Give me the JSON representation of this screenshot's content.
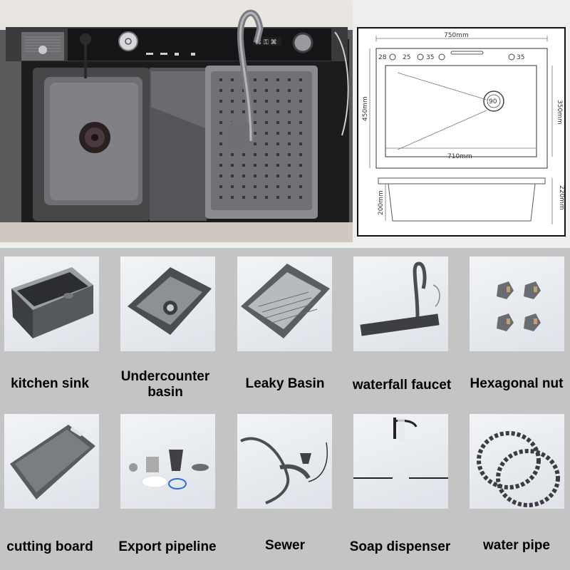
{
  "diagram": {
    "dimensions": {
      "top_width": "750mm",
      "inner_width": "710mm",
      "outer_depth": "450mm",
      "inner_depth": "350mm",
      "outer_height": "220mm",
      "inner_height": "200mm"
    },
    "hole_labels": [
      "28",
      "25",
      "35",
      "35"
    ],
    "drain_label": "90"
  },
  "products": [
    {
      "label": "kitchen sink",
      "icon": "kitchen-sink-icon"
    },
    {
      "label": "Undercounter basin",
      "icon": "undercounter-basin-icon"
    },
    {
      "label": "Leaky Basin",
      "icon": "leaky-basin-icon"
    },
    {
      "label": "waterfall faucet",
      "icon": "waterfall-faucet-icon"
    },
    {
      "label": "Hexagonal nut",
      "icon": "hexagonal-nut-icon"
    },
    {
      "label": "cutting board",
      "icon": "cutting-board-icon"
    },
    {
      "label": "Export pipeline",
      "icon": "export-pipeline-icon"
    },
    {
      "label": "Sewer",
      "icon": "sewer-icon"
    },
    {
      "label": "Soap dispenser",
      "icon": "soap-dispenser-icon"
    },
    {
      "label": "water pipe",
      "icon": "water-pipe-icon"
    }
  ]
}
